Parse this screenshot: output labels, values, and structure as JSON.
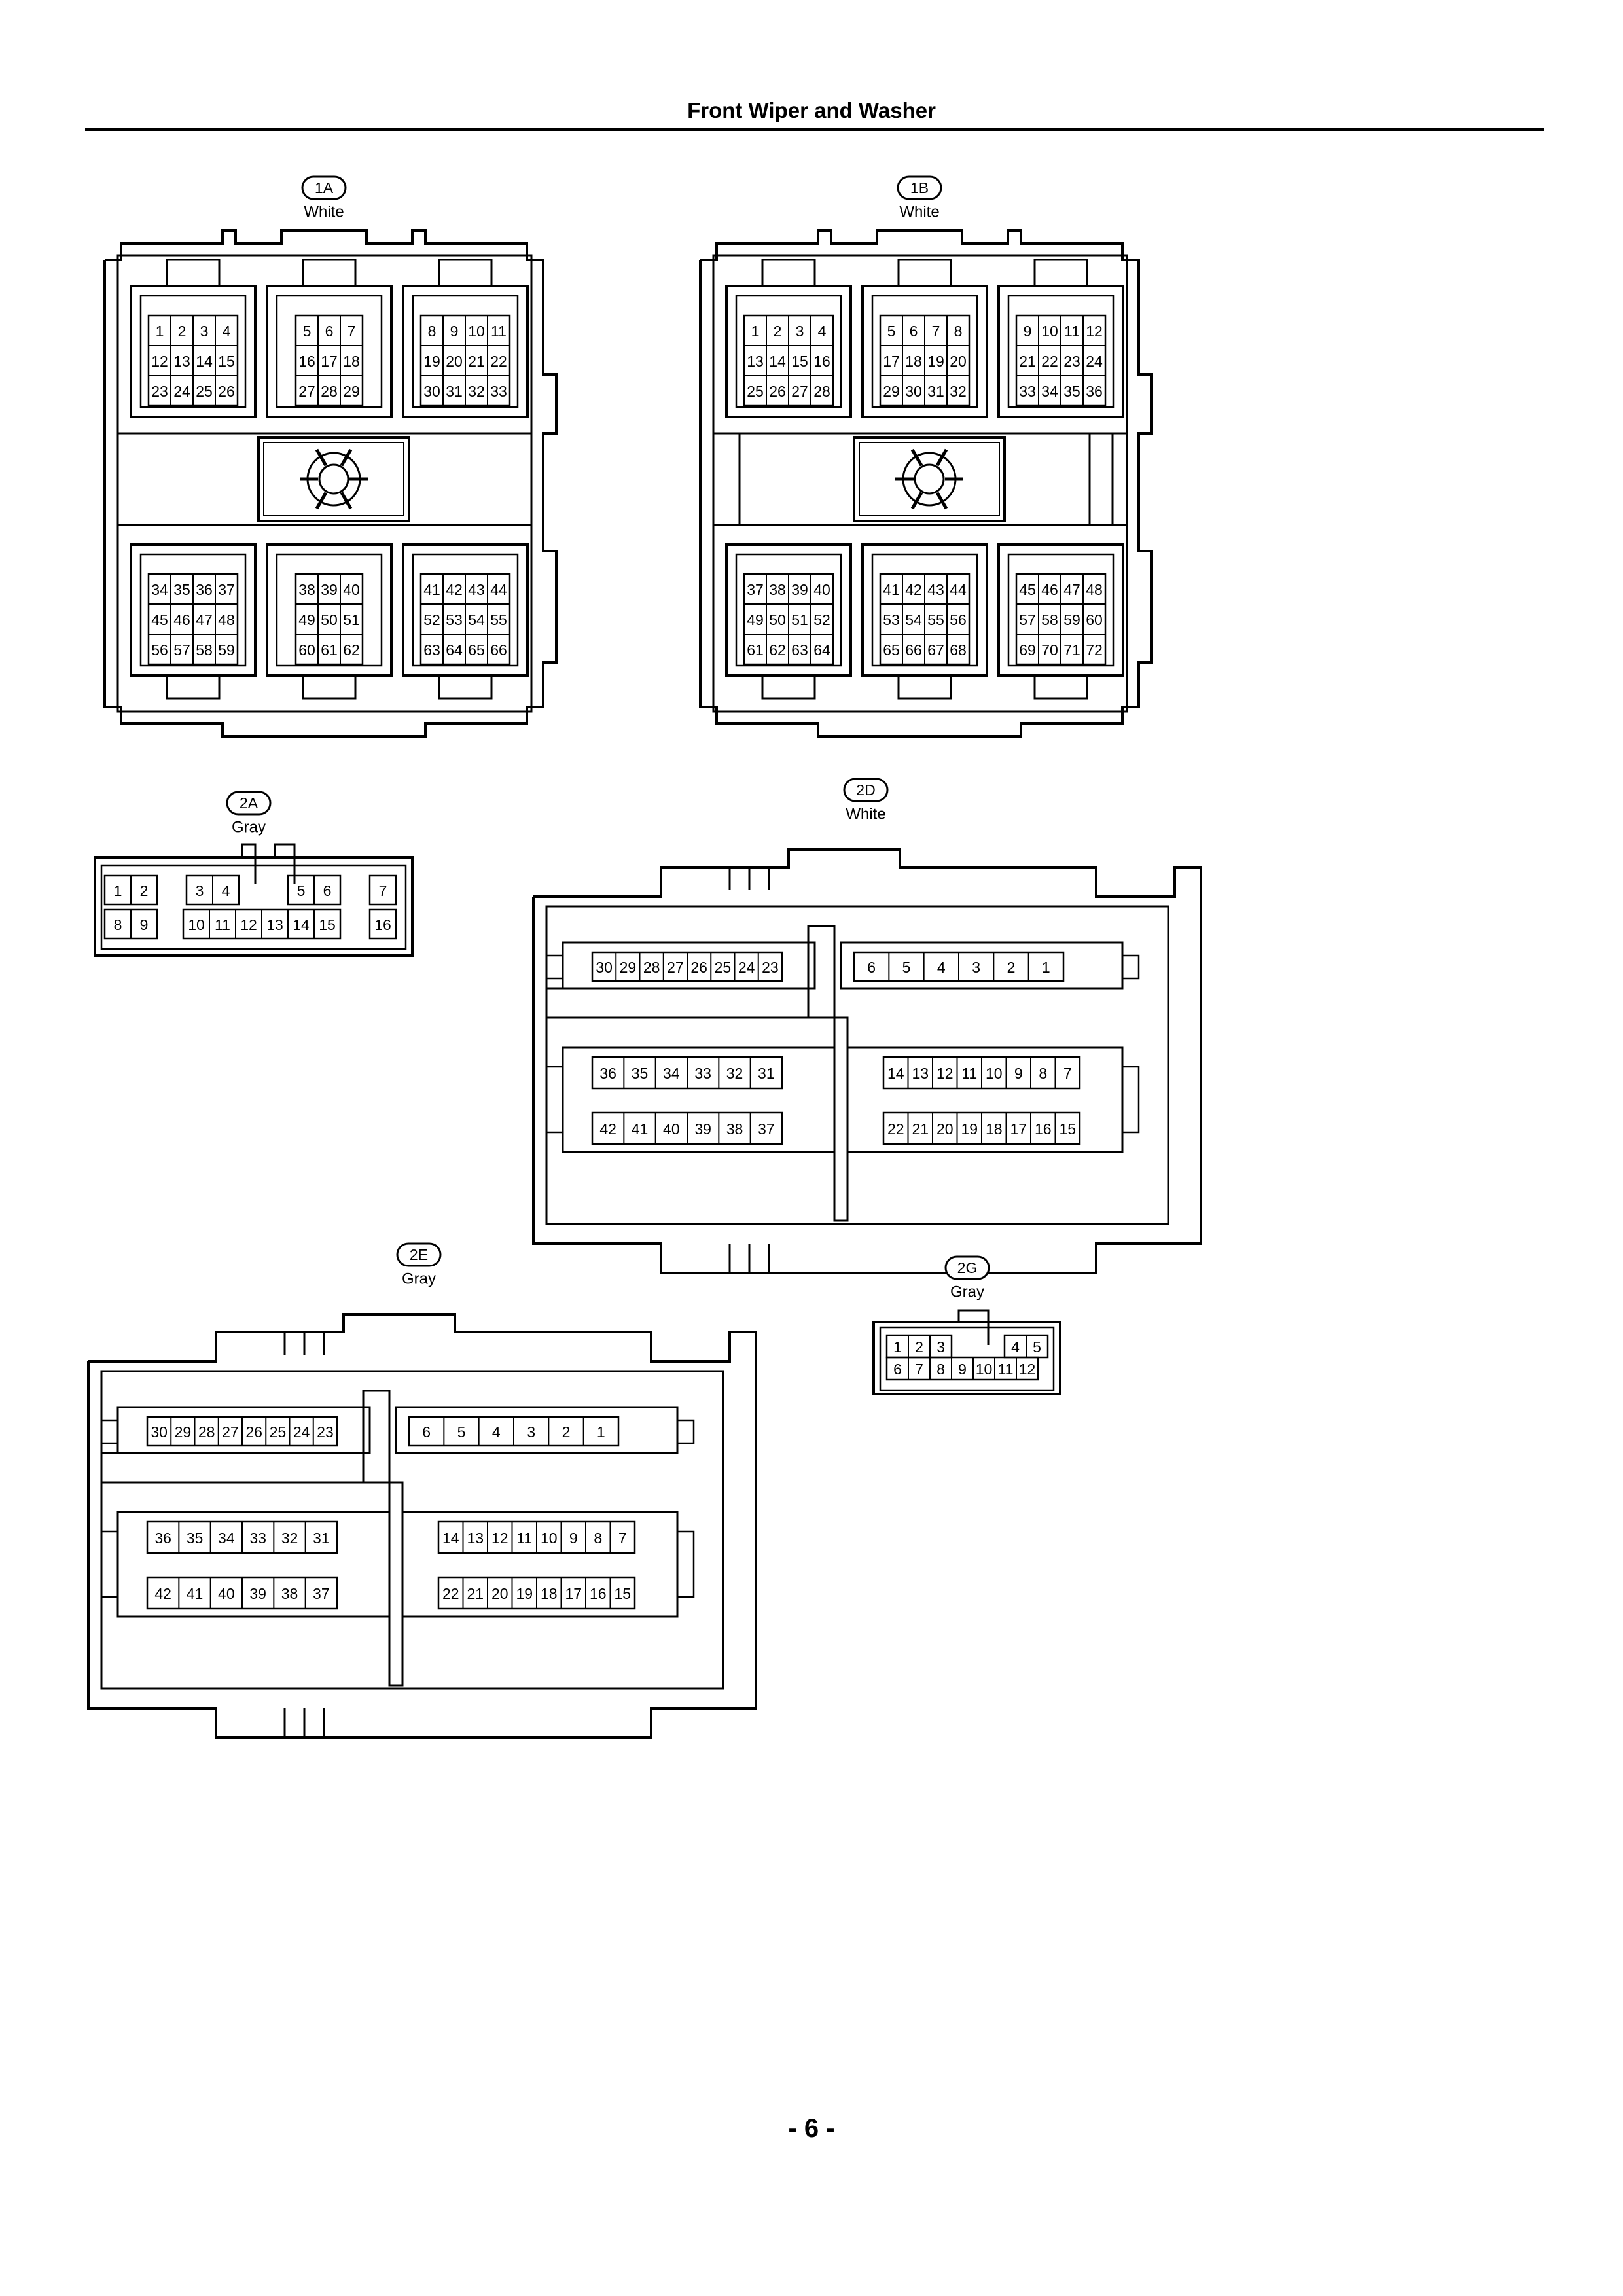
{
  "header": {
    "title": "Front Wiper and Washer"
  },
  "footer": {
    "page_number": "- 6 -"
  },
  "connectors": [
    {
      "id": "1A",
      "color": "White",
      "style": "square",
      "cavities": [
        [
          "1",
          "2",
          "3",
          "4",
          "12",
          "13",
          "14",
          "15",
          "23",
          "24",
          "25",
          "26"
        ],
        [
          "5",
          "6",
          "7",
          "16",
          "17",
          "18",
          "27",
          "28",
          "29"
        ],
        [
          "8",
          "9",
          "10",
          "11",
          "19",
          "20",
          "21",
          "22",
          "30",
          "31",
          "32",
          "33"
        ],
        [
          "34",
          "35",
          "36",
          "37",
          "45",
          "46",
          "47",
          "48",
          "56",
          "57",
          "58",
          "59"
        ],
        [
          "38",
          "39",
          "40",
          "49",
          "50",
          "51",
          "60",
          "61",
          "62"
        ],
        [
          "41",
          "42",
          "43",
          "44",
          "52",
          "53",
          "54",
          "55",
          "63",
          "64",
          "65",
          "66"
        ]
      ]
    },
    {
      "id": "1B",
      "color": "White",
      "style": "square",
      "cavities": [
        [
          "1",
          "2",
          "3",
          "4",
          "13",
          "14",
          "15",
          "16",
          "25",
          "26",
          "27",
          "28"
        ],
        [
          "5",
          "6",
          "7",
          "8",
          "17",
          "18",
          "19",
          "20",
          "29",
          "30",
          "31",
          "32"
        ],
        [
          "9",
          "10",
          "11",
          "12",
          "21",
          "22",
          "23",
          "24",
          "33",
          "34",
          "35",
          "36"
        ],
        [
          "37",
          "38",
          "39",
          "40",
          "49",
          "50",
          "51",
          "52",
          "61",
          "62",
          "63",
          "64"
        ],
        [
          "41",
          "42",
          "43",
          "44",
          "53",
          "54",
          "55",
          "56",
          "65",
          "66",
          "67",
          "68"
        ],
        [
          "45",
          "46",
          "47",
          "48",
          "57",
          "58",
          "59",
          "60",
          "69",
          "70",
          "71",
          "72"
        ]
      ]
    },
    {
      "id": "2A",
      "color": "Gray",
      "style": "row",
      "rows": [
        [
          "1",
          "2",
          "3",
          "4",
          "5",
          "6",
          "7"
        ],
        [
          "8",
          "9",
          "10",
          "11",
          "12",
          "13",
          "14",
          "15",
          "16"
        ]
      ]
    },
    {
      "id": "2D",
      "color": "White",
      "style": "block",
      "rows": {
        "top_left": [
          "30",
          "29",
          "28",
          "27",
          "26",
          "25",
          "24",
          "23"
        ],
        "top_right": [
          "6",
          "5",
          "4",
          "3",
          "2",
          "1"
        ],
        "mid_left": [
          "36",
          "35",
          "34",
          "33",
          "32",
          "31"
        ],
        "mid_right": [
          "14",
          "13",
          "12",
          "11",
          "10",
          "9",
          "8",
          "7"
        ],
        "bot_left": [
          "42",
          "41",
          "40",
          "39",
          "38",
          "37"
        ],
        "bot_right": [
          "22",
          "21",
          "20",
          "19",
          "18",
          "17",
          "16",
          "15"
        ]
      }
    },
    {
      "id": "2E",
      "color": "Gray",
      "style": "block",
      "rows": {
        "top_left": [
          "30",
          "29",
          "28",
          "27",
          "26",
          "25",
          "24",
          "23"
        ],
        "top_right": [
          "6",
          "5",
          "4",
          "3",
          "2",
          "1"
        ],
        "mid_left": [
          "36",
          "35",
          "34",
          "33",
          "32",
          "31"
        ],
        "mid_right": [
          "14",
          "13",
          "12",
          "11",
          "10",
          "9",
          "8",
          "7"
        ],
        "bot_left": [
          "42",
          "41",
          "40",
          "39",
          "38",
          "37"
        ],
        "bot_right": [
          "22",
          "21",
          "20",
          "19",
          "18",
          "17",
          "16",
          "15"
        ]
      }
    },
    {
      "id": "2G",
      "color": "Gray",
      "style": "row",
      "rows": [
        [
          "1",
          "2",
          "3",
          "4",
          "5"
        ],
        [
          "6",
          "7",
          "8",
          "9",
          "10",
          "11",
          "12"
        ]
      ]
    }
  ]
}
